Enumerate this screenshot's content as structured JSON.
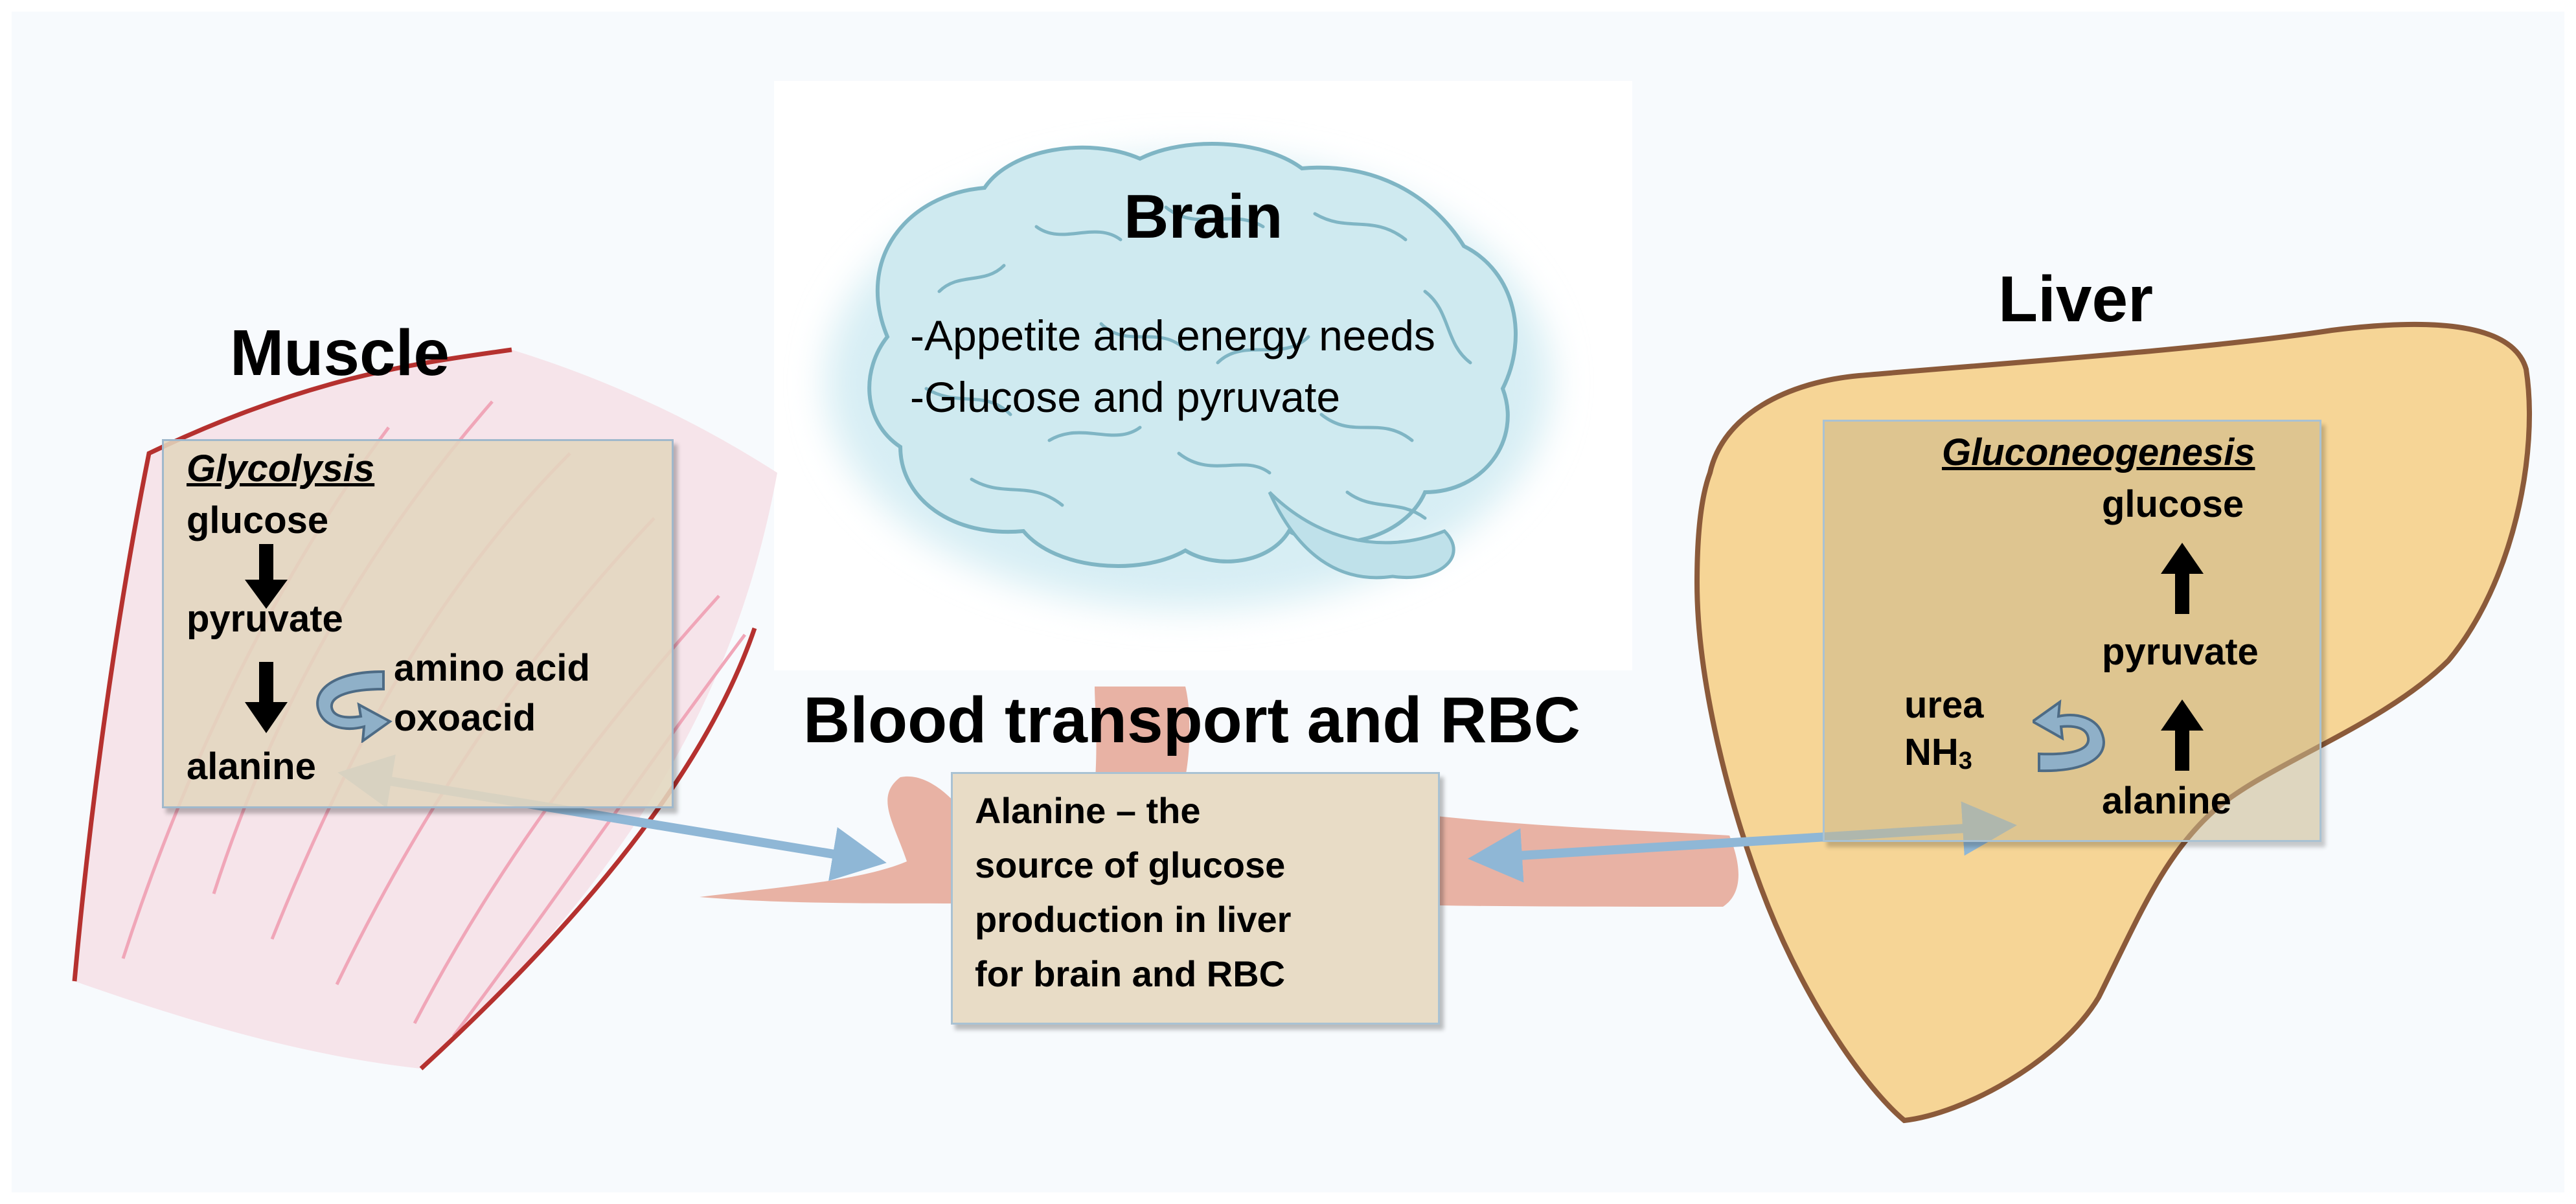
{
  "brain": {
    "title": "Brain",
    "line1": "-Appetite and energy needs",
    "line2": "-Glucose and pyruvate"
  },
  "muscle": {
    "title": "Muscle",
    "pathway": "Glycolysis",
    "glucose": "glucose",
    "pyruvate": "pyruvate",
    "amino_acid": "amino acid",
    "oxoacid": "oxoacid",
    "alanine": "alanine"
  },
  "blood": {
    "title": "Blood transport and RBC",
    "note_line1": "Alanine – the",
    "note_line2": "source of glucose",
    "note_line3": "production in liver",
    "note_line4": "for brain and RBC"
  },
  "liver": {
    "title": "Liver",
    "pathway": "Gluconeogenesis",
    "glucose": "glucose",
    "pyruvate": "pyruvate",
    "urea": "urea",
    "nh3_base": "NH",
    "nh3_sub": "3",
    "alanine": "alanine"
  },
  "colors": {
    "muscle_tissue": "#f3dfe6",
    "muscle_edge": "#b5312f",
    "liver_fill": "#f6d596",
    "liver_edge": "#8b5a3a",
    "blood_vessel": "#e8b2a4",
    "transport_arrow": "#8fb7d6",
    "brain_fill": "#cfeaf0"
  }
}
